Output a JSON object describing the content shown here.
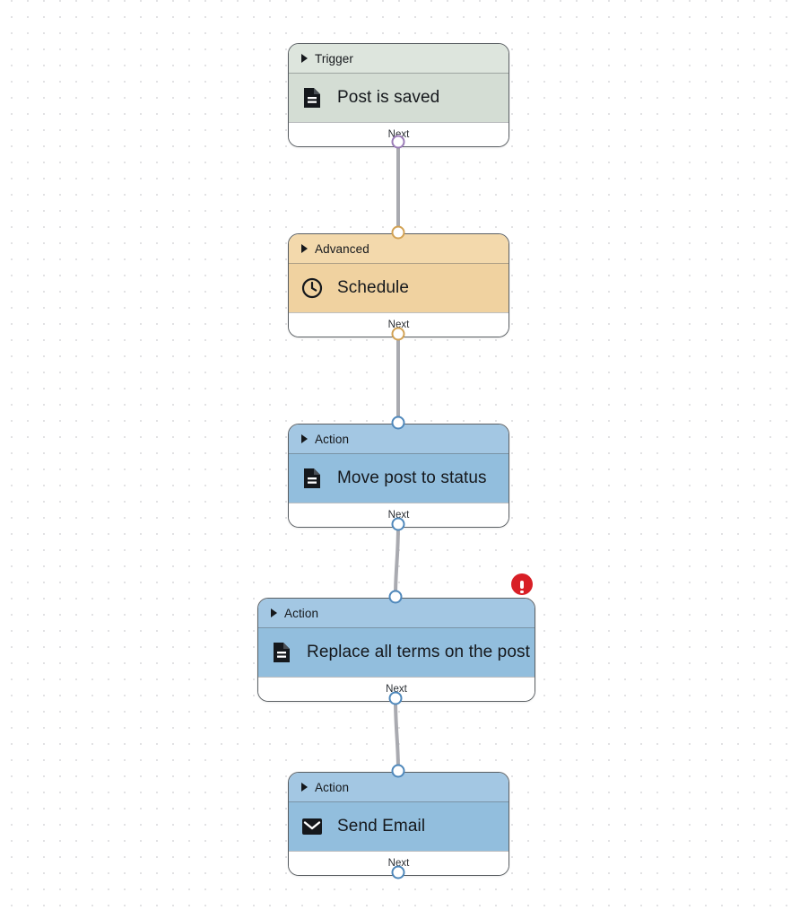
{
  "canvas": {
    "background_color": "#ffffff",
    "grid_dot_color": "#e2e2e4",
    "grid_spacing": 18
  },
  "colors": {
    "trigger_header": "#dde5dd",
    "trigger_body": "#d4ddd4",
    "trigger_handle": "#9b7cb8",
    "advanced_header": "#f3d9ac",
    "advanced_body": "#f0d2a0",
    "advanced_handle": "#d2a254",
    "action_header": "#a3c7e3",
    "action_body": "#92bedd",
    "action_handle": "#4f88bb",
    "node_border": "#5a5f63",
    "error_red": "#d81f26"
  },
  "nodes": [
    {
      "id": "trigger-post-is-saved",
      "category": "Trigger",
      "title": "Post is saved",
      "icon": "document-icon",
      "footer_label": "Next",
      "theme": "trigger",
      "has_error": false
    },
    {
      "id": "advanced-schedule",
      "category": "Advanced",
      "title": "Schedule",
      "icon": "clock-icon",
      "footer_label": "Next",
      "theme": "advanced",
      "has_error": false
    },
    {
      "id": "action-move-post-to-status",
      "category": "Action",
      "title": "Move post to status",
      "icon": "document-icon",
      "footer_label": "Next",
      "theme": "action",
      "has_error": false
    },
    {
      "id": "action-replace-all-terms-on-the-post",
      "category": "Action",
      "title": "Replace all terms on the post",
      "icon": "document-icon",
      "footer_label": "Next",
      "theme": "action",
      "has_error": true,
      "error_badge": "error-icon"
    },
    {
      "id": "action-send-email",
      "category": "Action",
      "title": "Send Email",
      "icon": "envelope-icon",
      "footer_label": "Next",
      "theme": "action",
      "has_error": false
    }
  ]
}
